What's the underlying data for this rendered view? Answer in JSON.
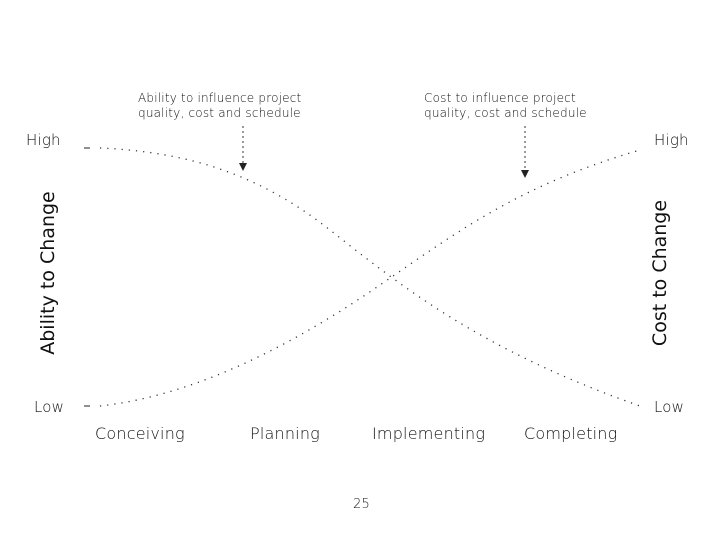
{
  "left_axis": {
    "title": "Ability to Change",
    "high": "High",
    "low": "Low"
  },
  "right_axis": {
    "title": "Cost to Change",
    "high": "High",
    "low": "Low"
  },
  "annotations": {
    "ability": "Ability to influence project\nquality, cost and schedule",
    "cost": "Cost to influence project\nquality, cost and schedule"
  },
  "phases": [
    "Conceiving",
    "Planning",
    "Implementing",
    "Completing"
  ],
  "page_number": "25"
}
